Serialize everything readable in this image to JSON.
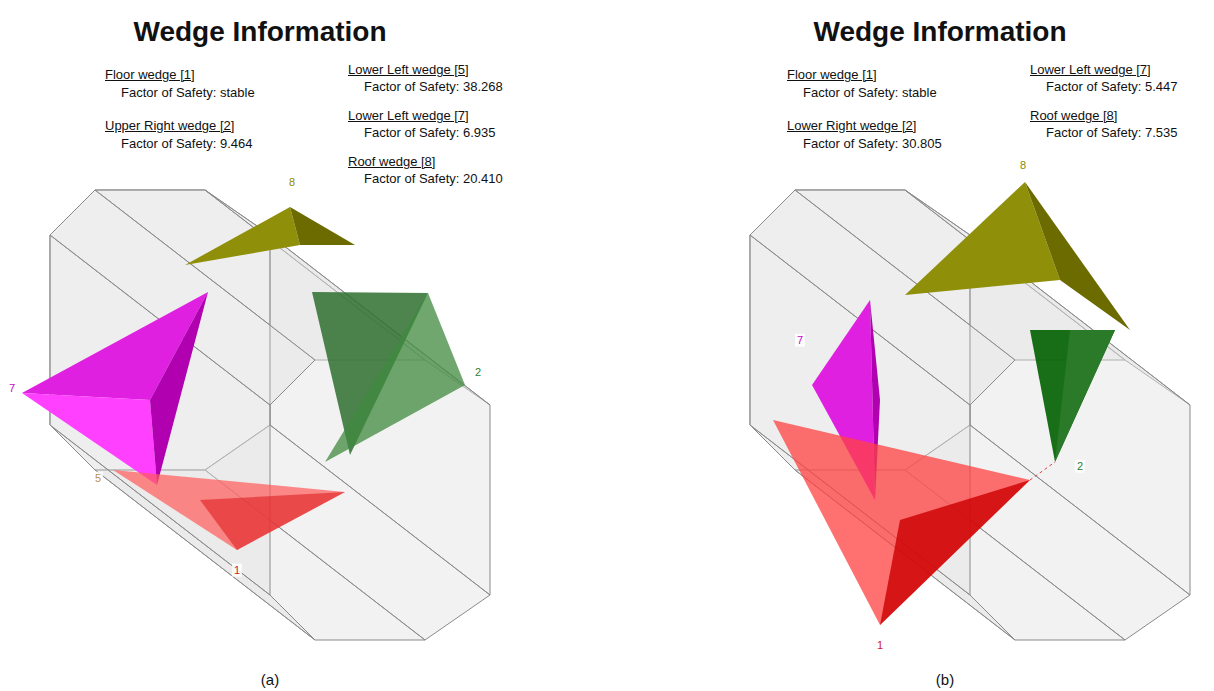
{
  "diagram": {
    "labels": [
      "Wedge Information",
      "Floor wedge [1]",
      "Factor of Safety: stable",
      "Upper Right wedge [2]",
      "Factor of Safety: 9.464",
      "Lower Left wedge [5]",
      "Factor of Safety: 38.268",
      "Lower Left wedge [7]",
      "Factor of Safety: 6.935",
      "Roof wedge [8]",
      "Factor of Safety: 20.410",
      "8",
      "7",
      "2",
      "5",
      "1",
      "(a)",
      "Wedge Information",
      "Floor wedge [1]",
      "Factor of Safety: stable",
      "Lower Right wedge [2]",
      "Factor of Safety: 30.805",
      "Lower Left wedge [7]",
      "Factor of Safety: 5.447",
      "Roof wedge [8]",
      "Factor of Safety: 7.535",
      "8",
      "7",
      "2",
      "1",
      "(b)"
    ]
  }
}
